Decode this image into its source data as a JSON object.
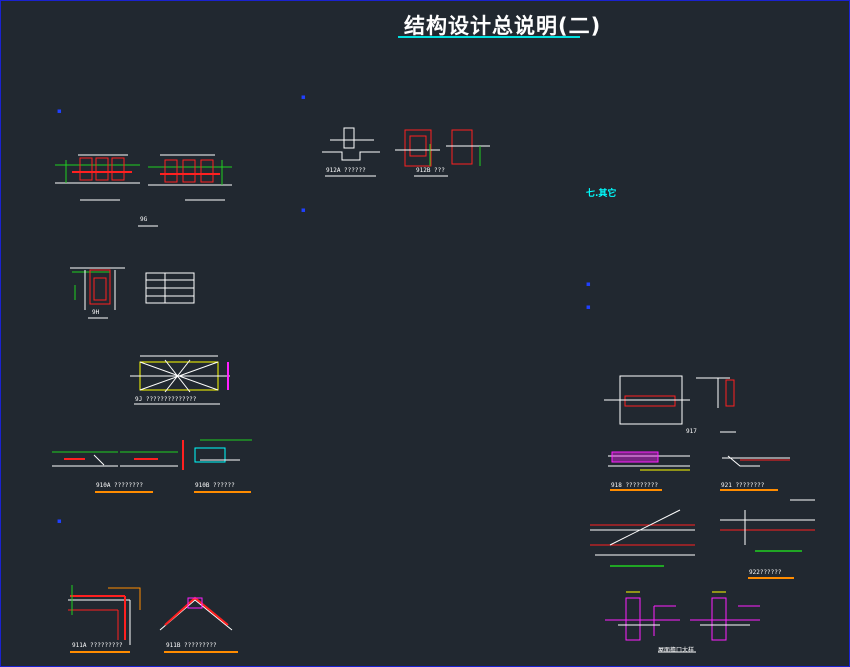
{
  "title": "结构设计总说明(二)",
  "section_heading": "七.其它",
  "labels": {
    "fig_9g": "9G",
    "fig_9h": "9H",
    "fig_9j": "9J ??????????????",
    "fig_10a": "910A ????????",
    "fig_10b": "910B ??????",
    "fig_11a": "911A ?????????",
    "fig_11b": "911B ?????????",
    "fig_12a": "912A ??????",
    "fig_12b": "912B ???",
    "fig_17": "917",
    "fig_18": "918 ?????????",
    "fig_21": "921 ????????",
    "fig_22": "922??????",
    "fig_bottom": "屋面檐口大样"
  },
  "colors": {
    "background": "#212830",
    "frame": "#1a22d0",
    "title_rule": "#00e0e0",
    "rebar_red": "#ff2020",
    "green": "#20d020",
    "white": "#ffffff",
    "yellow": "#ffff00",
    "magenta": "#ff20ff",
    "orange": "#ff8c00",
    "cyan": "#00ffff"
  }
}
